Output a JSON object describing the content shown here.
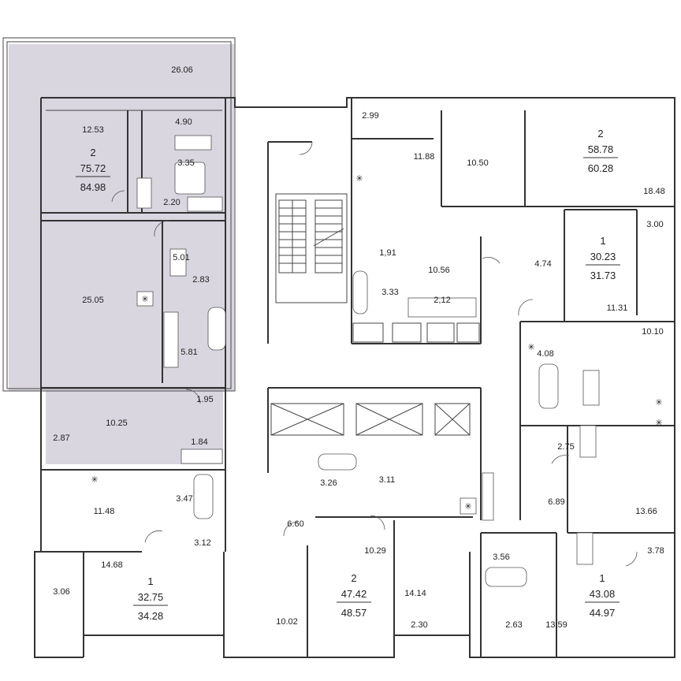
{
  "highlight_color": "#d9d6df",
  "wall_color": "#333333",
  "rooms": {
    "terrace": "26.06",
    "sel_room": "12.53",
    "sel_hall": "4.90",
    "sel_bath": "3.35",
    "sel_closet": "2.20",
    "sel_big_room": "25.05",
    "sel_wc": "5.01",
    "sel_wc2": "2.83",
    "sel_kitchen": "5.81",
    "sel_corridor": "1.95",
    "sel_loggia": "2.87",
    "sel_small_room": "10.25",
    "sel_store": "1.84",
    "nw_room": "11.48",
    "nw_bath": "3.47",
    "nw_hall": "3.12",
    "sw_room": "14.68",
    "sw_loggia": "3.06",
    "s_room_a": "10.02",
    "s_hall": "6.60",
    "s_bath_a": "3.26",
    "s_bath_b": "3.11",
    "s_room_b": "10.29",
    "s_room_c": "14.14",
    "s_loggia_c": "2.30",
    "n_loggia": "2.99",
    "n_room_a": "11.88",
    "n_room_b": "10.50",
    "ne_room": "18.48",
    "n_wc": "1,91",
    "n_bath": "3.33",
    "n_hall": "10.56",
    "n_store": "2,12",
    "e_hall": "4.74",
    "e_loggia": "3.00",
    "e_room": "11.31",
    "e_kitchen": "10.10",
    "e_bath": "4.08",
    "e_wc": "2.75",
    "e_hall2": "6.89",
    "e_room2": "13.66",
    "se_bath": "3.56",
    "se_loggia": "3.78",
    "se_store": "2.63",
    "se_room": "13.59"
  },
  "apartments": {
    "selected": {
      "rooms": "2",
      "living": "75.72",
      "total": "84.98"
    },
    "ne": {
      "rooms": "2",
      "living": "58.78",
      "total": "60.28"
    },
    "e": {
      "rooms": "1",
      "living": "30.23",
      "total": "31.73"
    },
    "sw": {
      "rooms": "1",
      "living": "32.75",
      "total": "34.28"
    },
    "s": {
      "rooms": "2",
      "living": "47.42",
      "total": "48.57"
    },
    "se": {
      "rooms": "1",
      "living": "43.08",
      "total": "44.97"
    }
  },
  "vent_symbol": "✳"
}
